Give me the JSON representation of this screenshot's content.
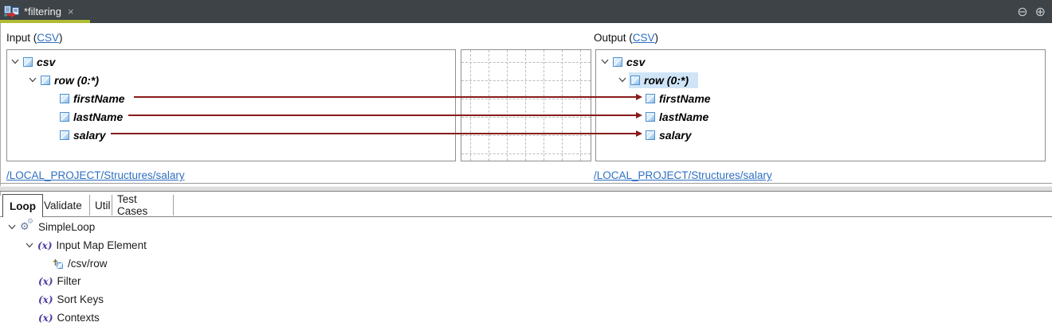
{
  "editor_tab": {
    "title": "*filtering",
    "close": "×"
  },
  "window_controls": {
    "collapse": "⊖",
    "expand": "⊕"
  },
  "icons": {
    "gear": "⚙",
    "function": "(x)"
  },
  "input": {
    "heading_pre": "Input (",
    "heading_link": "CSV",
    "heading_post": ")",
    "root_label": "csv",
    "row_label": "row (0:*)",
    "fields": [
      "firstName",
      "lastName",
      "salary"
    ],
    "path_link": "/LOCAL_PROJECT/Structures/salary"
  },
  "output": {
    "heading_pre": "Output (",
    "heading_link": "CSV",
    "heading_post": ")",
    "root_label": "csv",
    "row_label": "row (0:*)",
    "selected_row": "row (0:*)",
    "fields": [
      "firstName",
      "lastName",
      "salary"
    ],
    "path_link": "/LOCAL_PROJECT/Structures/salary"
  },
  "tabs": [
    {
      "label": "Loop",
      "active": true
    },
    {
      "label": "Validate",
      "active": false
    },
    {
      "label": "Util",
      "active": false
    },
    {
      "label": "Test Cases",
      "active": false
    }
  ],
  "loop_tree": {
    "items": [
      {
        "label": "SimpleLoop"
      },
      {
        "label": "Input Map Element"
      },
      {
        "label": "/csv/row"
      },
      {
        "label": "Filter"
      },
      {
        "label": "Sort Keys"
      },
      {
        "label": "Contexts"
      }
    ]
  },
  "colors": {
    "accent_green": "#b0bc33",
    "mapping_line": "#8a1a1a",
    "link_blue": "#2f6fc1",
    "selection_blue": "#cfe5f7",
    "tabbar_bg": "#3e4347"
  }
}
